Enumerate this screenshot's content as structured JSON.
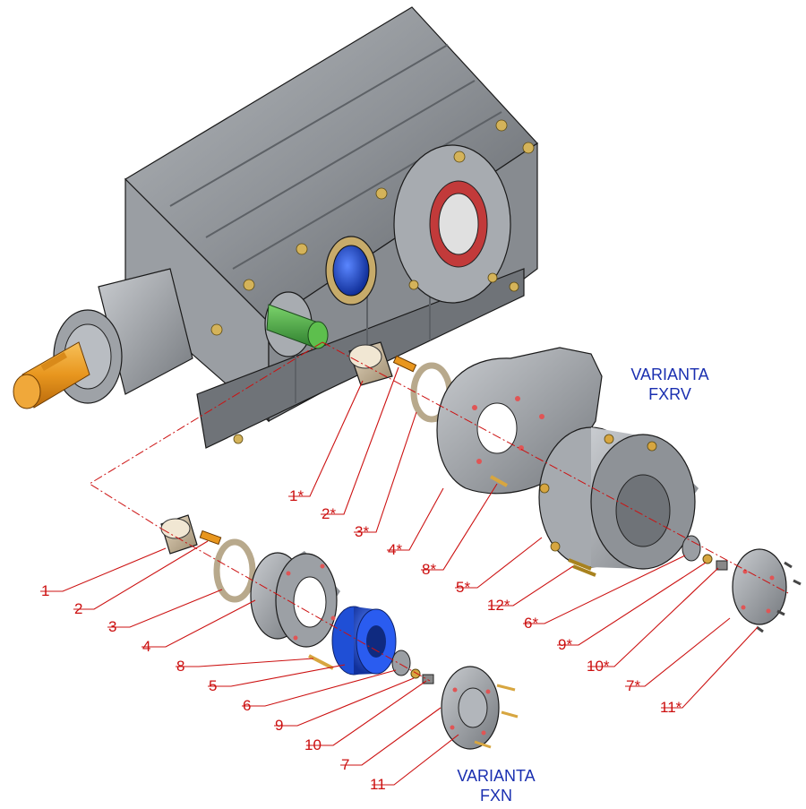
{
  "variants": {
    "fxrv": {
      "line1": "VARIANTA",
      "line2": "FXRV"
    },
    "fxn": {
      "line1": "VARIANTA",
      "line2": "FXN"
    }
  },
  "labels_fxn": [
    "1",
    "2",
    "3",
    "4",
    "8",
    "5",
    "6",
    "9",
    "10",
    "7",
    "11"
  ],
  "labels_fxrv": [
    "1*",
    "2*",
    "3*",
    "4*",
    "8*",
    "5*",
    "12*",
    "6*",
    "9*",
    "10*",
    "7*",
    "11*"
  ],
  "colors": {
    "housing": "#8e9297",
    "housing_dark": "#6b6f74",
    "output_shaft": "#e8961e",
    "input_shaft": "#3fa23f",
    "bearing_blue": "#1f4fd6",
    "bolt_gold": "#d7a640",
    "leader_red": "#cc1111",
    "variant_blue": "#1a2fb0"
  }
}
